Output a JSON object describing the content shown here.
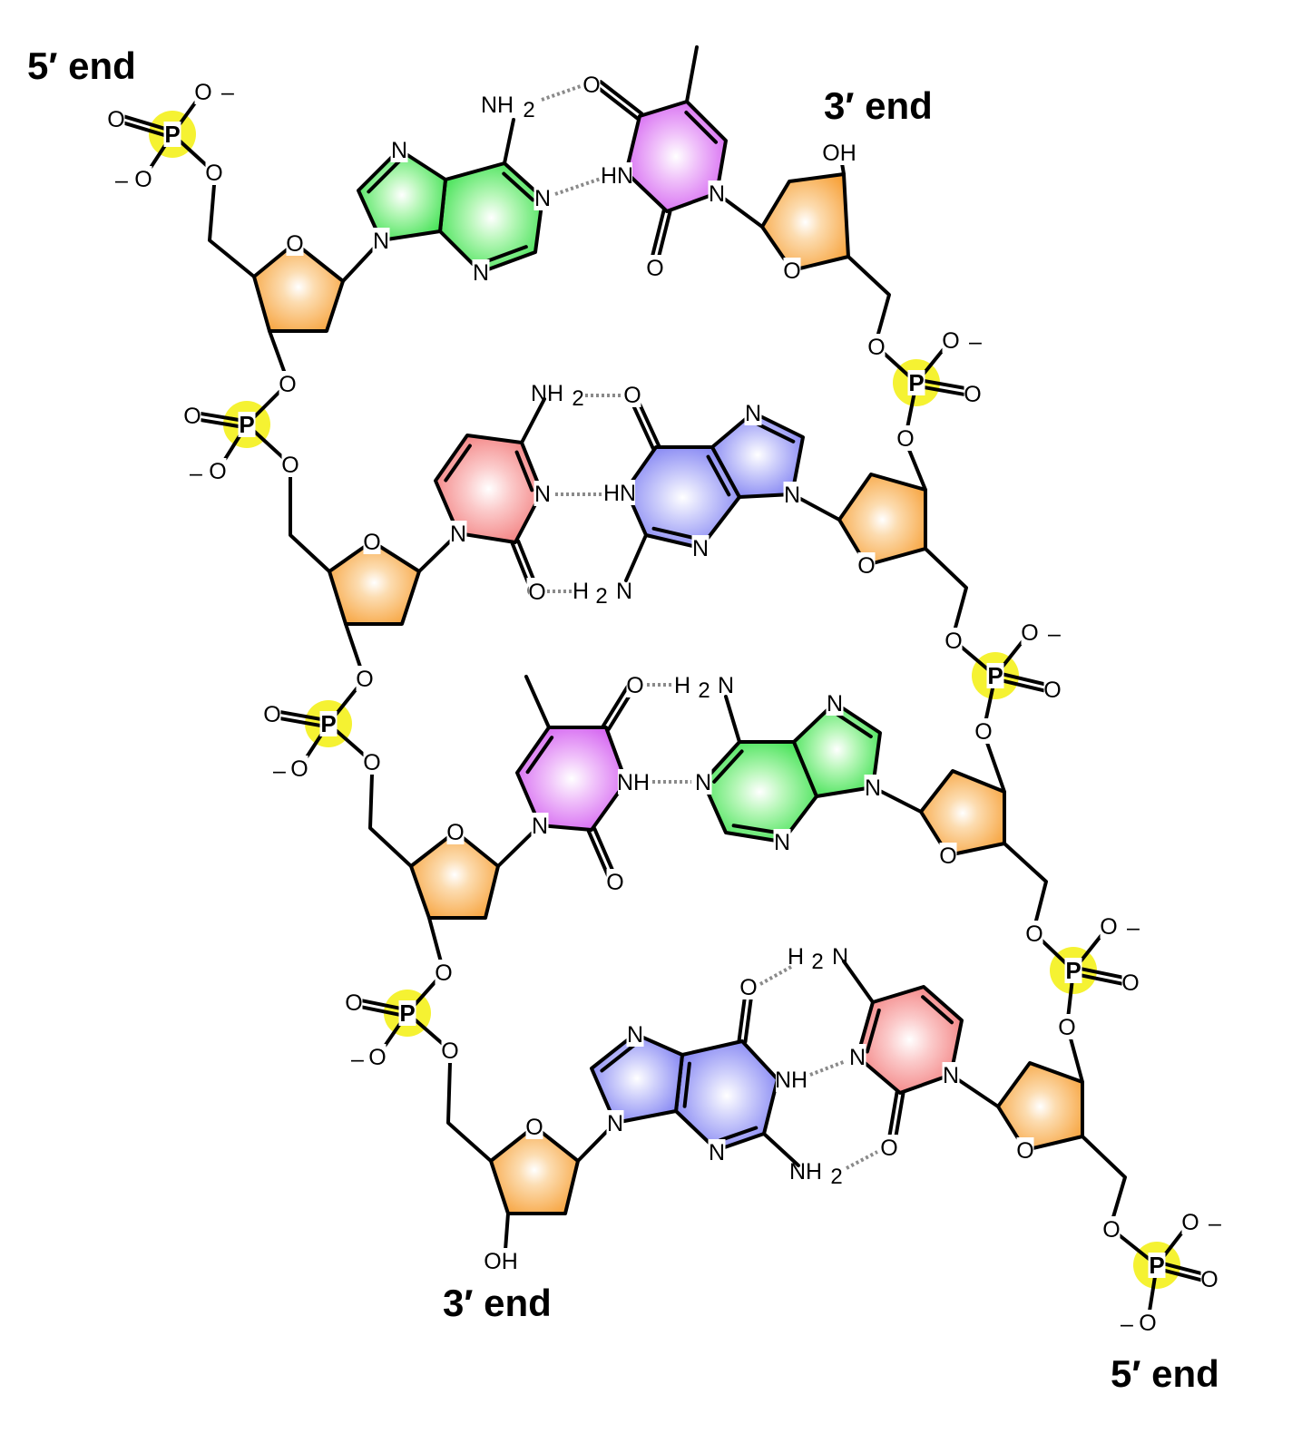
{
  "labels": {
    "five_prime_end": "5′ end",
    "three_prime_end": "3′ end",
    "phosphorus": "P",
    "oxygen": "O",
    "nitrogen": "N",
    "minus": "–",
    "hydroxyl": "OH",
    "amine_nh": "NH",
    "imine_hn": "HN",
    "amine_h": "H",
    "subscript_two": "2"
  },
  "colors": {
    "adenine": "#39e04c",
    "thymine": "#d25cf0",
    "cytosine": "#f27878",
    "guanine": "#7b7cf2",
    "sugar": "#f7a23b",
    "phosphate_highlight": "#f5f232",
    "hydrogen_bond": "#8a8a8a"
  }
}
